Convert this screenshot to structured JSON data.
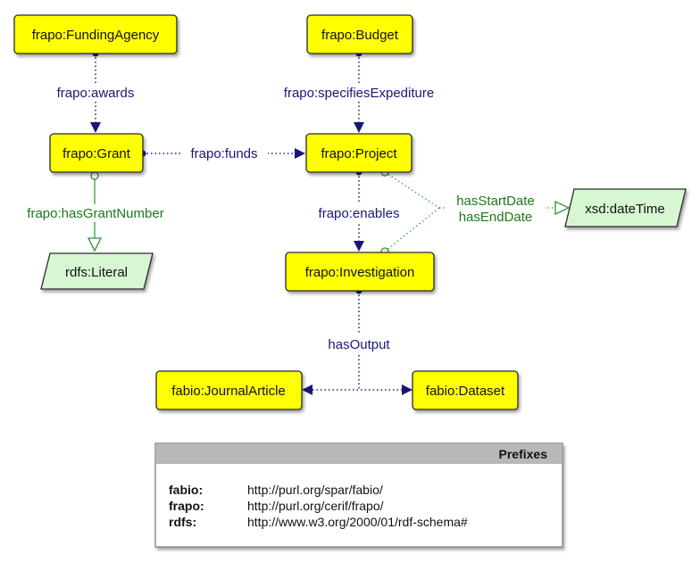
{
  "nodes": {
    "funding_agency": "frapo:FundingAgency",
    "budget": "frapo:Budget",
    "grant": "frapo:Grant",
    "project": "frapo:Project",
    "investigation": "frapo:Investigation",
    "journal_article": "fabio:JournalArticle",
    "dataset": "fabio:Dataset",
    "rdfs_literal": "rdfs:Literal",
    "xsd_datetime": "xsd:dateTime"
  },
  "edges": {
    "awards": "frapo:awards",
    "specifies_expenditure": "frapo:specifiesExpediture",
    "funds": "frapo:funds",
    "enables": "frapo:enables",
    "has_grant_number": "frapo:hasGrantNumber",
    "has_start_date": "hasStartDate",
    "has_end_date": "hasEndDate",
    "has_output": "hasOutput"
  },
  "prefixes": {
    "title": "Prefixes",
    "items": [
      {
        "prefix": "fabio:",
        "uri": "http://purl.org/spar/fabio/"
      },
      {
        "prefix": "frapo:",
        "uri": "http://purl.org/cerif/frapo/"
      },
      {
        "prefix": "rdfs:",
        "uri": "http://www.w3.org/2000/01/rdf-schema#"
      }
    ]
  },
  "colors": {
    "class_fill": "#ffff00",
    "literal_fill": "#d6f7d2",
    "object_property": "#17177a",
    "data_property": "#1a7a1a"
  }
}
